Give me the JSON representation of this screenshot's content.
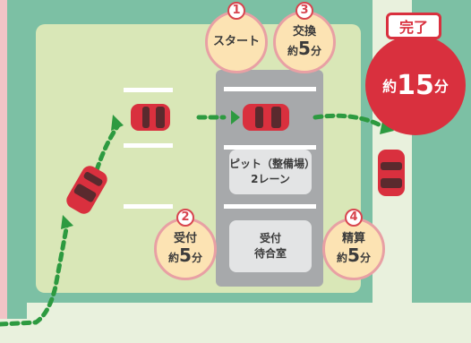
{
  "steps": [
    {
      "num": "1",
      "line1": "スタート"
    },
    {
      "num": "2",
      "line1": "受付",
      "prefix": "約",
      "value": "5",
      "unit": "分"
    },
    {
      "num": "3",
      "line1": "交換",
      "prefix": "約",
      "value": "5",
      "unit": "分"
    },
    {
      "num": "4",
      "line1": "精算",
      "prefix": "約",
      "value": "5",
      "unit": "分"
    }
  ],
  "pit": {
    "line1": "ピット（整備場）",
    "line2": "2レーン"
  },
  "waiting": {
    "line1": "受付",
    "line2": "待合室"
  },
  "completion": {
    "label": "完了",
    "prefix": "約",
    "value": "15",
    "unit": "分"
  },
  "colors": {
    "car": "#d9303e",
    "path": "#2d9a40",
    "bubble": "#fce3b3",
    "accent": "#d8454f"
  }
}
